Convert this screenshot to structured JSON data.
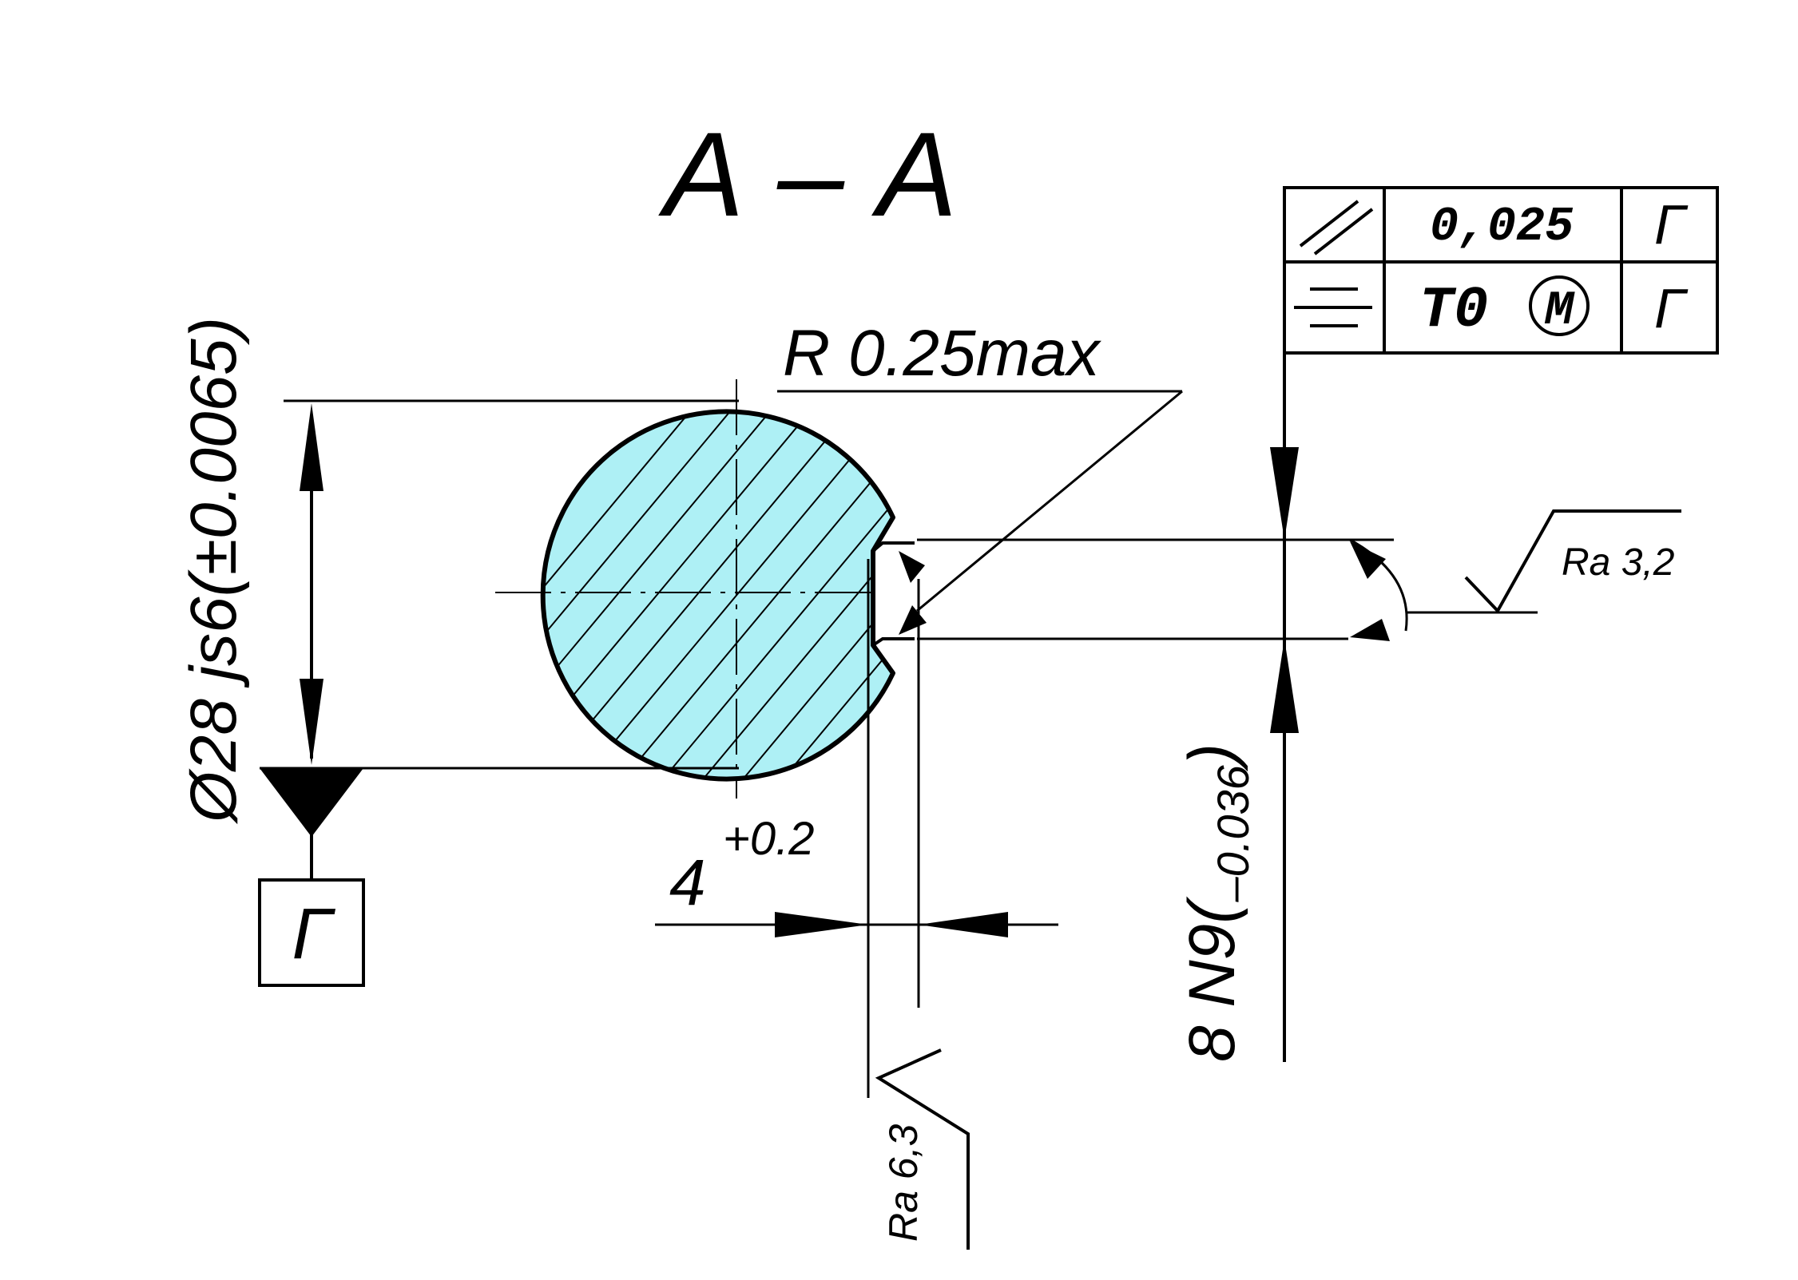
{
  "section_title": "А – А",
  "radius_note": "R 0.25max",
  "diameter": {
    "label": "Ø28 js6(",
    "tolerance": "±0.0065",
    "close": ")"
  },
  "datum_letter": "Г",
  "keyway_depth": {
    "value": "4",
    "tolerance": "+0.2"
  },
  "keyway_width": {
    "label": "8 N9(",
    "tolerance": "–0.036",
    "close": ")"
  },
  "roughness_side": "Ra 3,2",
  "roughness_bottom": "Ra 6,3",
  "feature_control_frame": {
    "row1": {
      "symbol": "parallelism-icon",
      "tolerance": "0,025",
      "datum": "Г"
    },
    "row2": {
      "symbol": "symmetry-icon",
      "tolerance": "T0",
      "modifier": "M",
      "datum": "Г"
    }
  },
  "colors": {
    "section_fill": "#aef0f5",
    "line": "#000000"
  }
}
